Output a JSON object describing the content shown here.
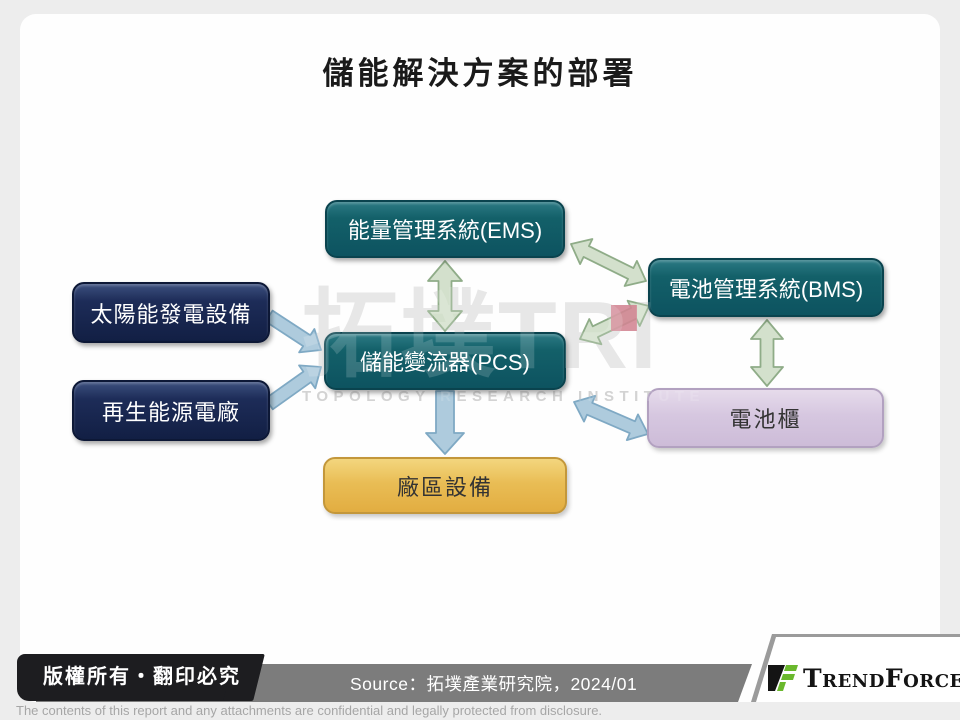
{
  "title": "儲能解決方案的部署",
  "nodes": {
    "ems": {
      "label": "能量管理系統(EMS)"
    },
    "bms": {
      "label": "電池管理系統(BMS)"
    },
    "solar": {
      "label": "太陽能發電設備"
    },
    "renewable": {
      "label": "再生能源電廠"
    },
    "pcs": {
      "label": "儲能變流器(PCS)"
    },
    "battery_cabinet": {
      "label": "電池櫃"
    },
    "plant_equipment": {
      "label": "廠區設備"
    }
  },
  "watermark": {
    "text": "拓墣TRI",
    "caption": "TOPOLOGY RESEARCH INSTITUTE"
  },
  "footer": {
    "copyright": "版權所有‧翻印必究",
    "source": "Source：拓墣產業研究院，2024/01",
    "brand": "TrendForce",
    "disclaimer": "The contents of this report and any attachments are confidential and legally protected from disclosure."
  },
  "colors": {
    "teal_box": "#136069",
    "navy_box": "#1d2c58",
    "lavender_box": "#d6c7e0",
    "gold_box": "#e9bd55",
    "green_arrow_fill": "#d3e0cc",
    "green_arrow_stroke": "#8fac88",
    "blue_arrow_fill": "#aecbdd",
    "blue_arrow_stroke": "#7fa9c4",
    "pink_square": "#d28492",
    "brand_green": "#6ab82d"
  }
}
